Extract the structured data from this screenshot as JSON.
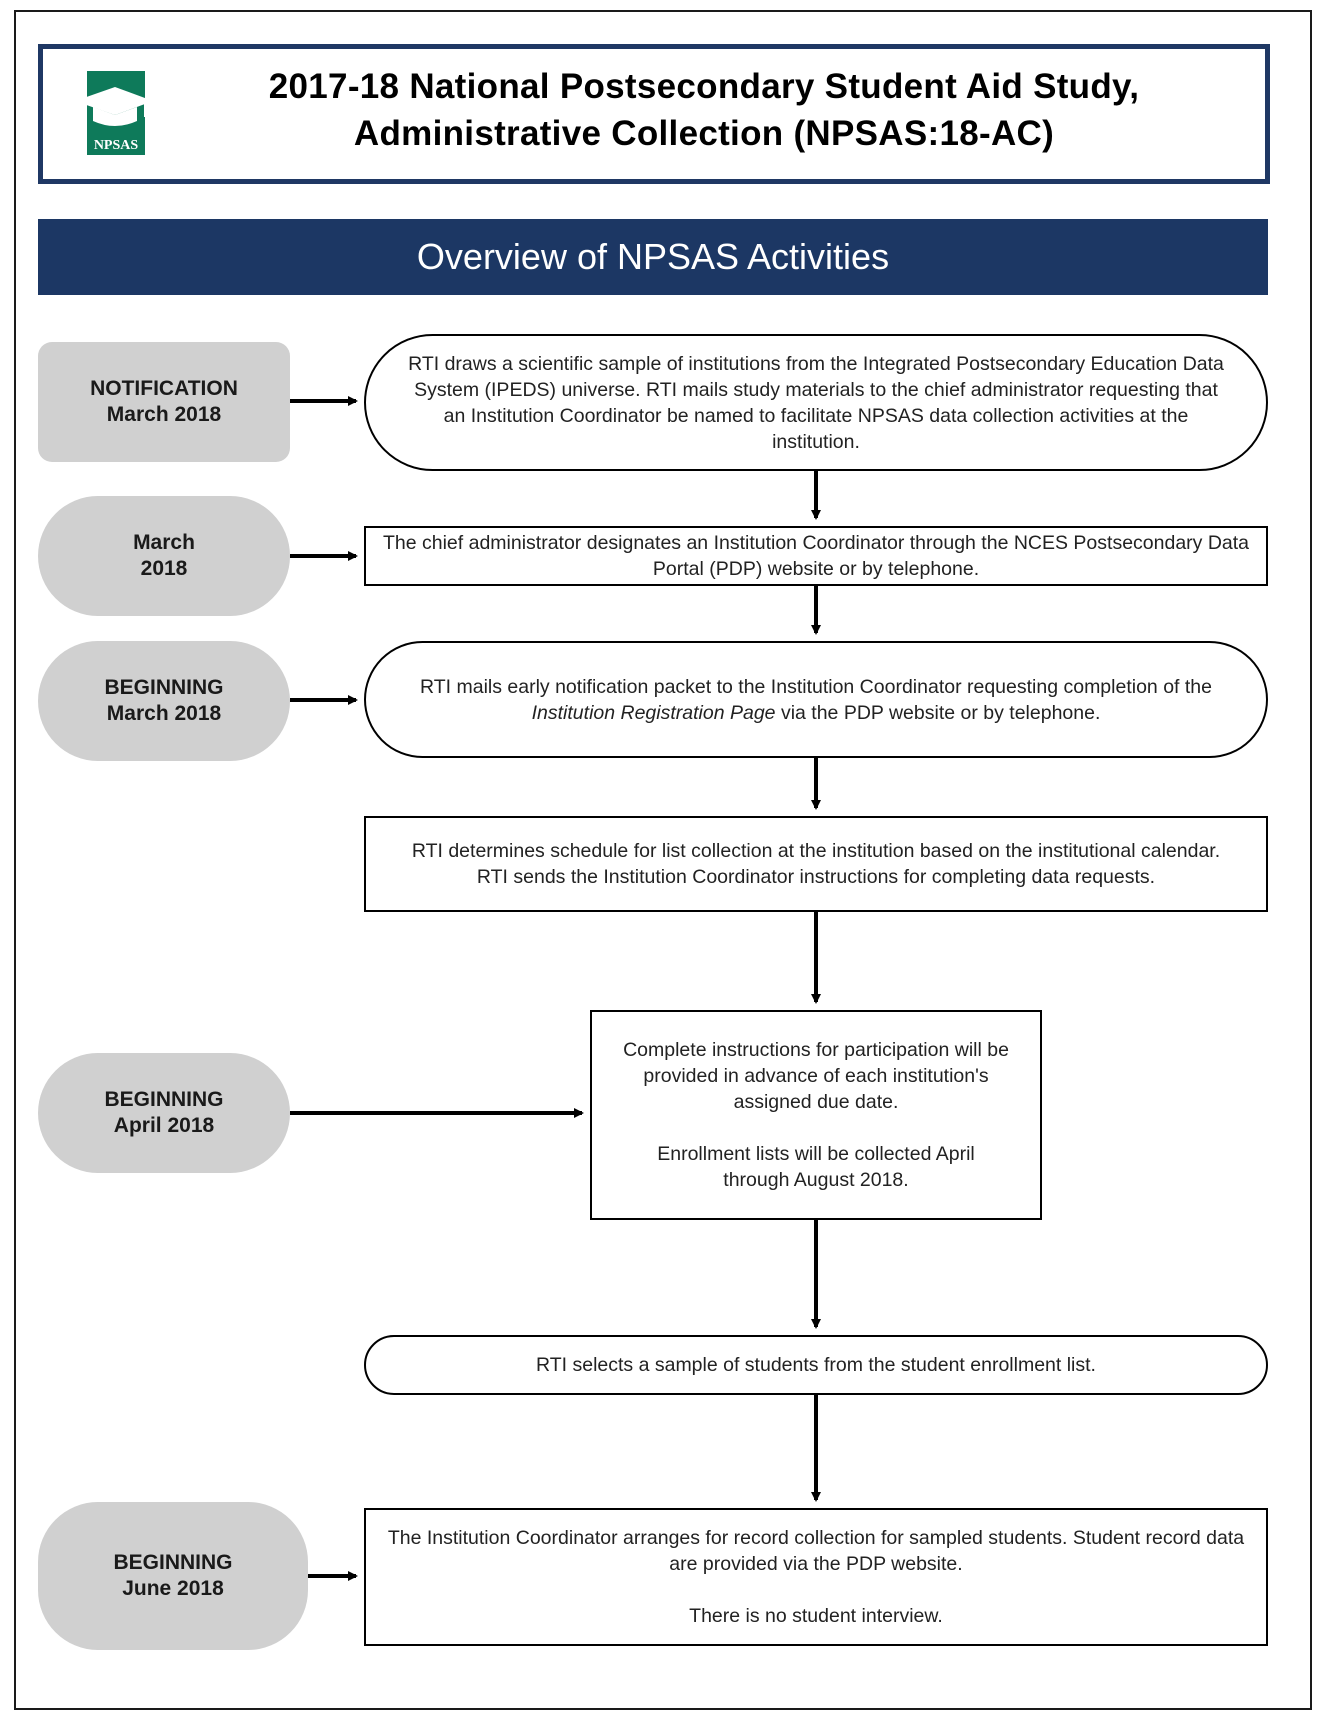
{
  "header": {
    "logo_text": "NPSAS",
    "title_line1": "2017-18 National Postsecondary Student Aid Study,",
    "title_line2": "Administrative Collection (NPSAS:18-AC)"
  },
  "banner": {
    "text": "Overview of NPSAS Activities"
  },
  "dates": [
    {
      "line1": "NOTIFICATION",
      "line2": "March 2018"
    },
    {
      "line1": "March",
      "line2": "2018"
    },
    {
      "line1": "BEGINNING",
      "line2": "March 2018"
    },
    {
      "line1": "BEGINNING",
      "line2": "April 2018"
    },
    {
      "line1": "BEGINNING",
      "line2": "June 2018"
    }
  ],
  "steps": [
    {
      "text": "RTI draws a scientific sample of institutions from the Integrated Postsecondary Education Data System (IPEDS) universe. RTI mails study materials to the chief administrator requesting that an Institution Coordinator be named to facilitate NPSAS data collection activities at the institution."
    },
    {
      "text": "The chief administrator designates an Institution Coordinator through the NCES Postsecondary Data Portal (PDP) website or by telephone."
    },
    {
      "text_before": "RTI mails early notification packet to the Institution Coordinator requesting completion of the ",
      "text_italic": "Institution Registration Page",
      "text_after": " via the PDP website or by telephone."
    },
    {
      "line1": "RTI determines schedule for list collection at the institution based on the institutional calendar.",
      "line2": "RTI sends the Institution Coordinator instructions for completing data requests."
    },
    {
      "para1": "Complete instructions for participation will be provided in advance of each institution's assigned due date.",
      "para2": "Enrollment lists will be collected April through August 2018."
    },
    {
      "text": "RTI selects a sample of students from the student enrollment list."
    },
    {
      "para1": "The Institution Coordinator arranges for record collection for sampled students. Student record data are provided via the PDP website.",
      "para2": "There is no student interview."
    }
  ],
  "colors": {
    "navy": "#1c3764",
    "date_fill": "#d0d0d0",
    "logo_green": "#0e7a5a"
  }
}
